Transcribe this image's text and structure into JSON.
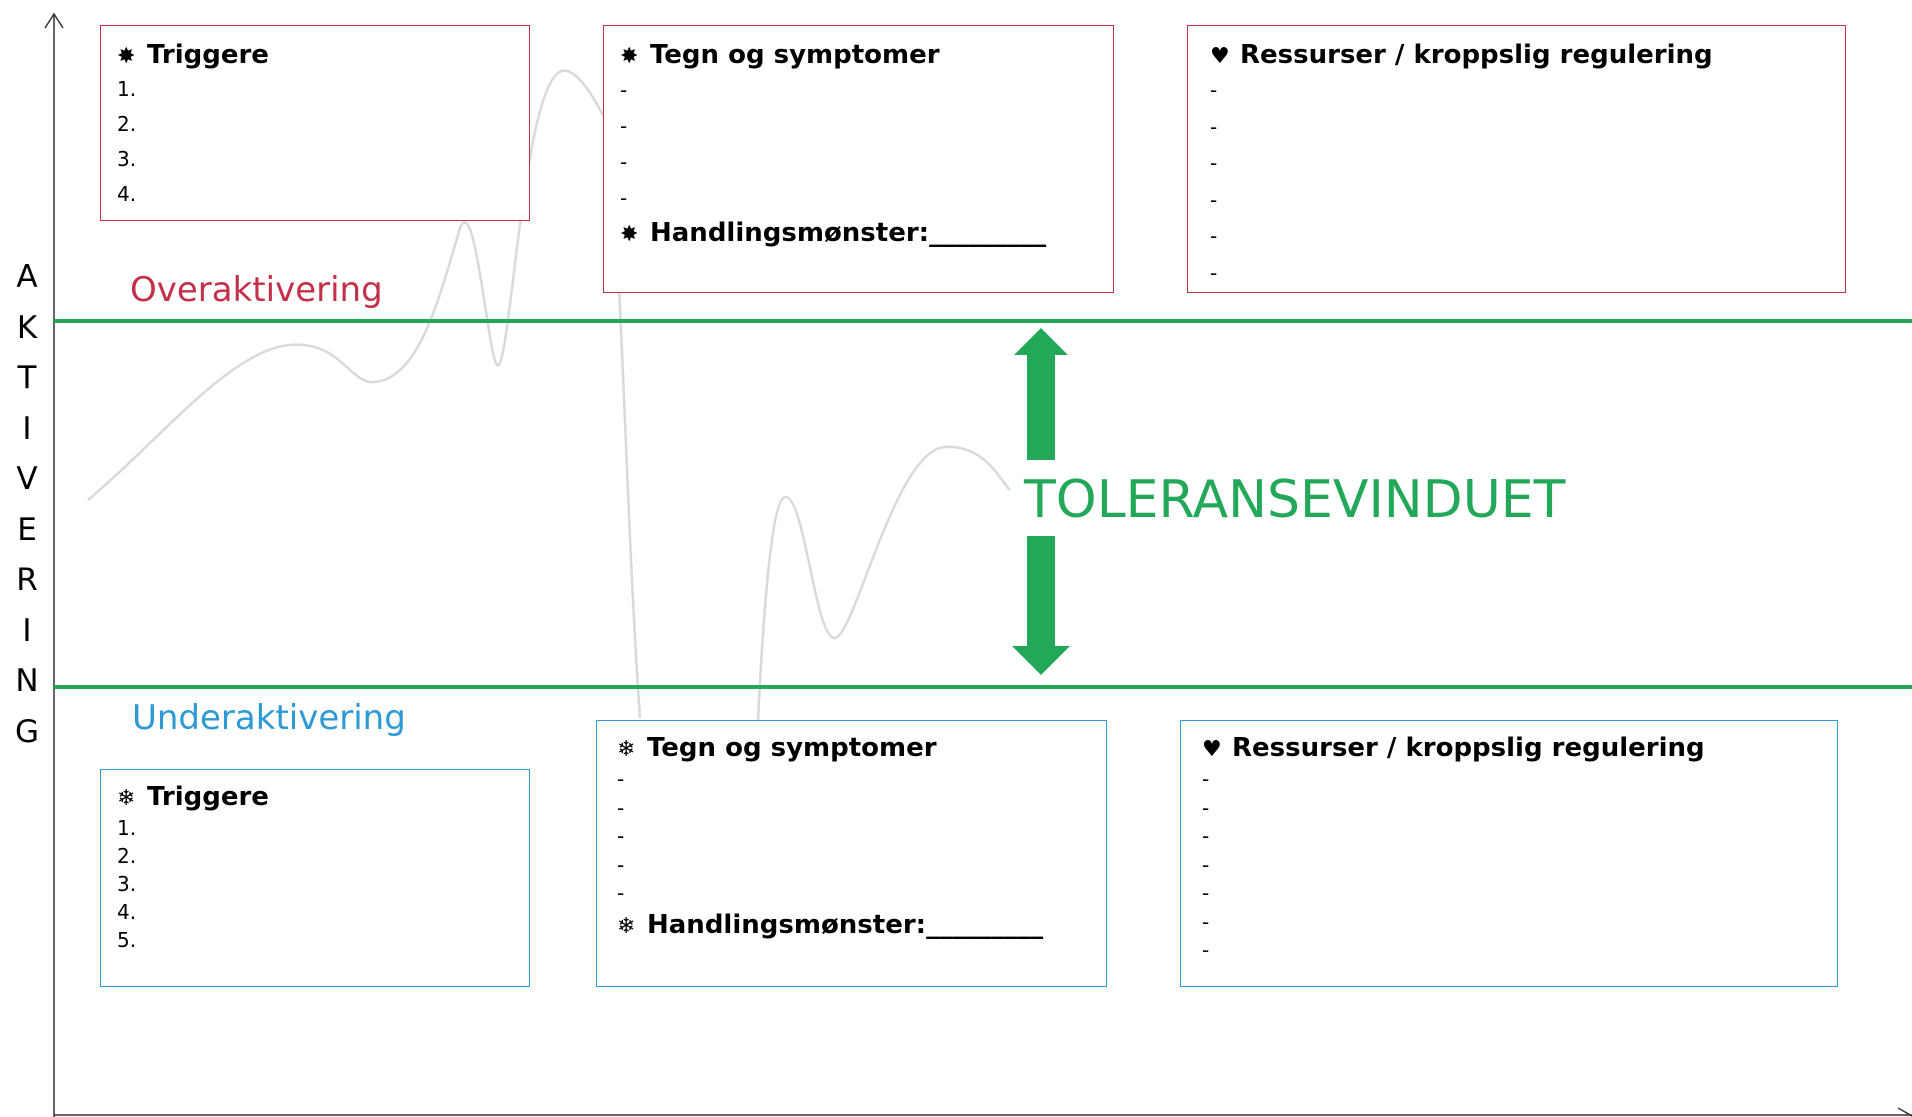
{
  "y_axis_label": [
    "A",
    "K",
    "T",
    "I",
    "V",
    "E",
    "R",
    "I",
    "N",
    "G"
  ],
  "zones": {
    "over": "Overaktivering",
    "under": "Underaktivering",
    "window": "TOLERANSEVINDUET"
  },
  "colors": {
    "over": "#c4304a",
    "under": "#2e9ad5",
    "window": "#23a85a",
    "curve": "#d9d9d9"
  },
  "icons": {
    "over": "fire-icon",
    "under": "snowflake-icon",
    "resources": "heart-icon"
  },
  "boxes": {
    "over_triggers": {
      "title": "Triggere",
      "items": [
        "1.",
        "2.",
        "3.",
        "4."
      ]
    },
    "over_signs": {
      "title": "Tegn og symptomer",
      "items": [
        "-",
        "-",
        "-",
        "-"
      ],
      "action": "Handlingsmønster:_________"
    },
    "over_resources": {
      "title": "Ressurser / kroppslig regulering",
      "items": [
        "-",
        "-",
        "-",
        "-",
        "-",
        "-"
      ]
    },
    "under_triggers": {
      "title": "Triggere",
      "items": [
        "1.",
        "2.",
        "3.",
        "4.",
        "5."
      ]
    },
    "under_signs": {
      "title": "Tegn og symptomer",
      "items": [
        "-",
        "-",
        "-",
        "-",
        "-"
      ],
      "action": "Handlingsmønster:_________"
    },
    "under_resources": {
      "title": "Ressurser / kroppslig regulering",
      "items": [
        "-",
        "-",
        "-",
        "-",
        "-",
        "-",
        "-"
      ]
    }
  }
}
